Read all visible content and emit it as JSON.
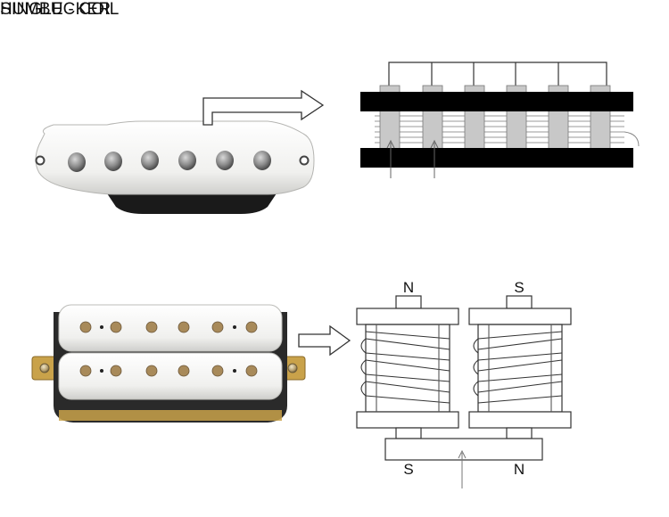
{
  "sections": {
    "single_coil": {
      "title": "SINGLE - COIL"
    },
    "humbucker": {
      "title": "HUMBUCKER"
    }
  },
  "diagram_labels": {
    "top_left_pole": "N",
    "top_right_pole": "S",
    "bottom_left_pole": "S",
    "bottom_right_pole": "N"
  },
  "colors": {
    "pickup_cover": "#f4f4f2",
    "pole_piece": "#9a9a9a",
    "bobbin": "#000000",
    "magnet": "#c8c8c8",
    "baseplate": "#c9a24a"
  }
}
